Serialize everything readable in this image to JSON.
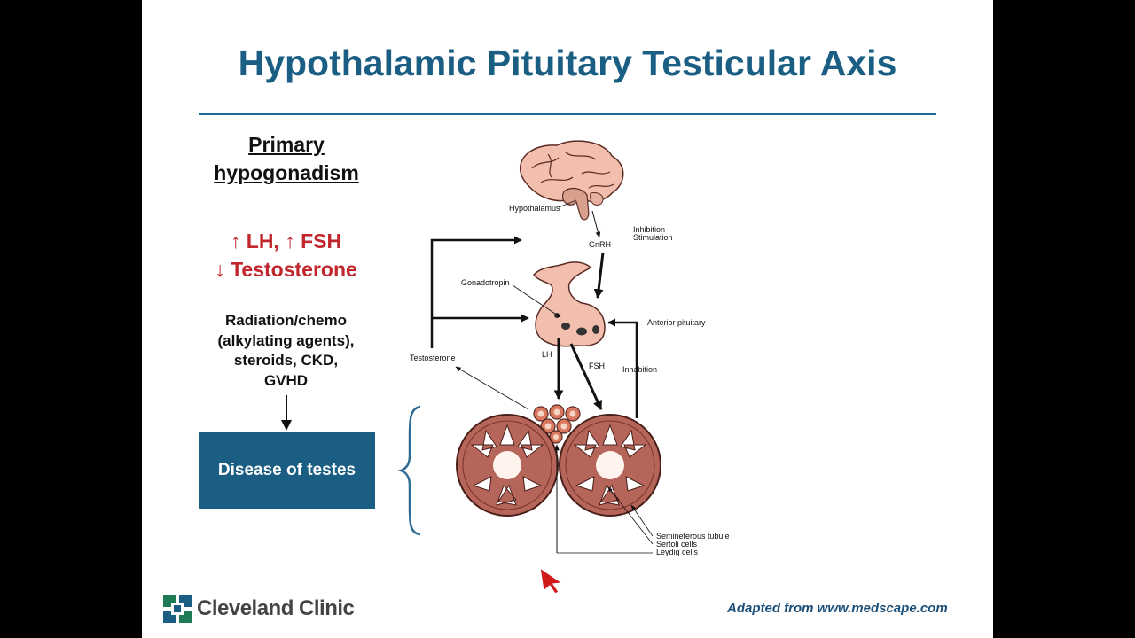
{
  "slide": {
    "title": "Hypothalamic Pituitary Testicular Axis",
    "subheading": {
      "line1": "Primary",
      "line2": "hypogonadism"
    },
    "hormones": {
      "line1": "↑ LH, ↑ FSH",
      "line2": "↓ Testosterone"
    },
    "causes": {
      "line1": "Radiation/chemo",
      "line2": "(alkylating agents),",
      "line3": "steroids, CKD,",
      "line4": "GVHD"
    },
    "disease_box": "Disease of testes",
    "logo_text": "Cleveland Clinic",
    "credit": "Adapted from www.medscape.com"
  },
  "diagram": {
    "labels": {
      "hypothalamus": "Hypothalamus",
      "gnrh": "GnRH",
      "legend_inhibition": "Inhibition",
      "legend_stimulation": "Stimulation",
      "gonadotropin": "Gonadotropin",
      "anterior_pituitary": "Anterior pituitary",
      "testosterone": "Testosterone",
      "lh": "LH",
      "fsh": "FSH",
      "inhabition": "Inhabition",
      "seminiferous": "Semineferous tubule",
      "sertoli": "Sertoli cells",
      "leydig": "Leydig cells"
    }
  },
  "colors": {
    "title_blue": "#1b5e84",
    "hormone_red": "#c0262c",
    "tissue_brown": "#b5655a",
    "brain_pink": "#f2bfae"
  },
  "icons": [
    "brain-illustration",
    "pituitary-illustration",
    "testis-cross-section",
    "leydig-cells",
    "curly-brace",
    "cleveland-clinic-logo-icon",
    "mouse-pointer-icon"
  ]
}
